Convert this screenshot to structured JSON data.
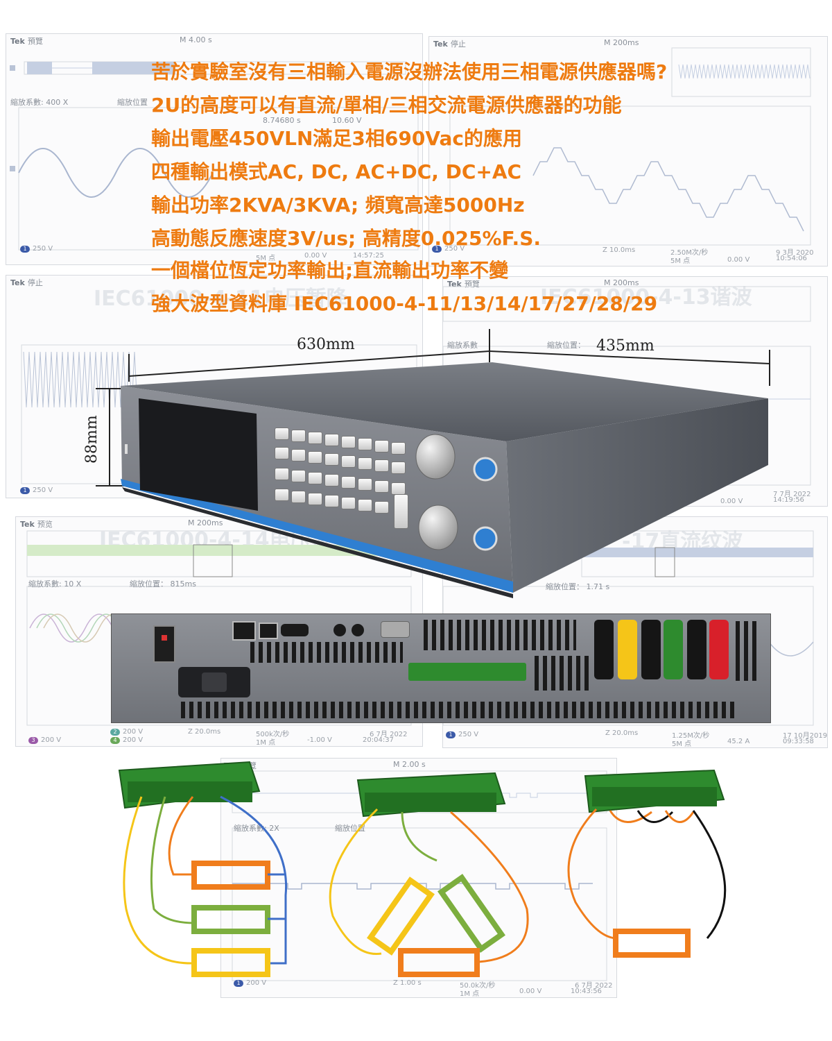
{
  "headlines": [
    "苦於實驗室沒有三相輸入電源沒辦法使用三相電源供應器嗎?",
    "2U的高度可以有直流/單相/三相交流電源供應器的功能",
    "輸出電壓450VLN滿足3相690Vac的應用",
    "四種輸出模式AC, DC, AC+DC, DC+AC",
    "輸出功率2KVA/3KVA; 頻寬高達5000Hz",
    "高動態反應速度3V/us; 高精度0.025%F.S.",
    "一個檔位恆定功率輸出;直流輸出功率不變",
    "強大波型資料庫 IEC61000-4-11/13/14/17/27/28/29"
  ],
  "dimensions": {
    "width": "630mm",
    "depth": "435mm",
    "height": "88mm"
  },
  "colors": {
    "headline": "#ee7b10",
    "accent_blue": "#2f7fd1",
    "terminal_green": "#2e8b2e",
    "wire_yellow": "#f5c518",
    "wire_green": "#7cae3e",
    "wire_orange": "#f07d1c",
    "wire_blue": "#3f6fc8",
    "wire_black": "#111111"
  },
  "scopes": {
    "s1": {
      "brand": "Tek",
      "state": "預覽",
      "timebase": "M 4.00 s",
      "zoom": "縮放系數: 400 X",
      "pos": "縮放位置",
      "ch": "250 V",
      "footer": "5M 点",
      "volt": "0.00 V",
      "time": "14:57:25",
      "meas": "8.74680 s",
      "meas2": "10.60 V"
    },
    "s2": {
      "brand": "Tek",
      "state": "停止",
      "timebase": "M 200ms",
      "footer_z": "Z 10.0ms",
      "rate": "2.50M次/秒",
      "pts": "5M 点",
      "volt": "0.00 V",
      "date": "9 3月 2020",
      "time": "10:54:06",
      "ch": "250 V"
    },
    "s3": {
      "brand": "Tek",
      "state": "停止",
      "watermark": "IEC61000-4-11电压暂降",
      "ch": "250 V"
    },
    "s4": {
      "brand": "Tek",
      "state": "預覽",
      "watermark": "IEC61000-4-13谐波",
      "timebase": "M 200ms",
      "zoom": "縮放系數",
      "pos": "縮放位置：",
      "volt": "0.00 V",
      "date": "7 7月 2022",
      "time": "14:19:56"
    },
    "s5": {
      "brand": "Tek",
      "state": "预览",
      "watermark": "IEC61000-4-14电压波",
      "timebase": "M 200ms",
      "zoom": "縮放系數: 10 X",
      "pos": "縮放位置： 815ms",
      "ch3": "200 V",
      "ch2": "200 V",
      "ch4": "200 V",
      "footer_z": "Z 20.0ms",
      "rate": "500k次/秒",
      "pts": "1M 点",
      "volt": "-1.00 V",
      "date": "6 7月 2022",
      "time": "20:04:37"
    },
    "s6": {
      "watermark": "-17直流纹波",
      "pos": "縮放位置： 1.71 s",
      "ch": "250 V",
      "footer_z": "Z 20.0ms",
      "rate": "1.25M次/秒",
      "pts": "5M 点",
      "amp": "45.2 A",
      "date": "17 10月2019",
      "time": "09:33:58"
    },
    "s7": {
      "brand": "Tek",
      "state": "預覽",
      "timebase": "M 2.00 s",
      "zoom": "縮放系數: 2X",
      "pos": "縮放位置",
      "ch": "200 V",
      "footer_z": "Z 1.00 s",
      "rate": "50.0k次/秒",
      "pts": "1M 点",
      "volt": "0.00 V",
      "date": "6 7月 2022",
      "time": "10:43:56"
    }
  }
}
